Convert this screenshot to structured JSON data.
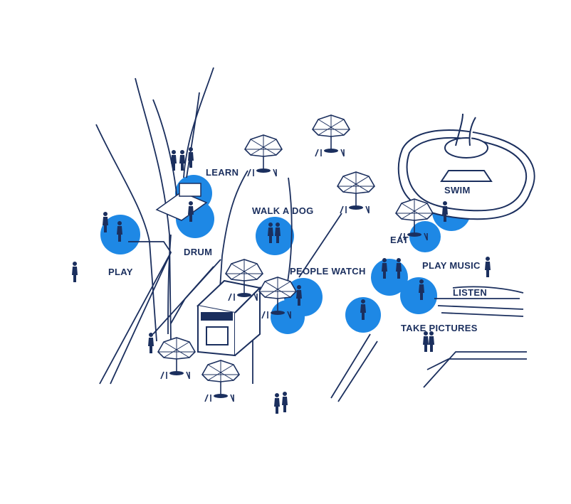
{
  "activities": [
    {
      "id": "play",
      "label": "PLAY"
    },
    {
      "id": "learn",
      "label": "LEARN"
    },
    {
      "id": "drum",
      "label": "DRUM"
    },
    {
      "id": "walk-a-dog",
      "label": "WALK A DOG"
    },
    {
      "id": "people-watch",
      "label": "PEOPLE WATCH"
    },
    {
      "id": "eat",
      "label": "EAT"
    },
    {
      "id": "swim",
      "label": "SWIM"
    },
    {
      "id": "play-music",
      "label": "PLAY MUSIC"
    },
    {
      "id": "listen",
      "label": "LISTEN"
    },
    {
      "id": "take-pictures",
      "label": "TAKE PICTURES"
    }
  ],
  "colors": {
    "ink": "#1b2f5e",
    "highlight": "#1e88e5"
  }
}
